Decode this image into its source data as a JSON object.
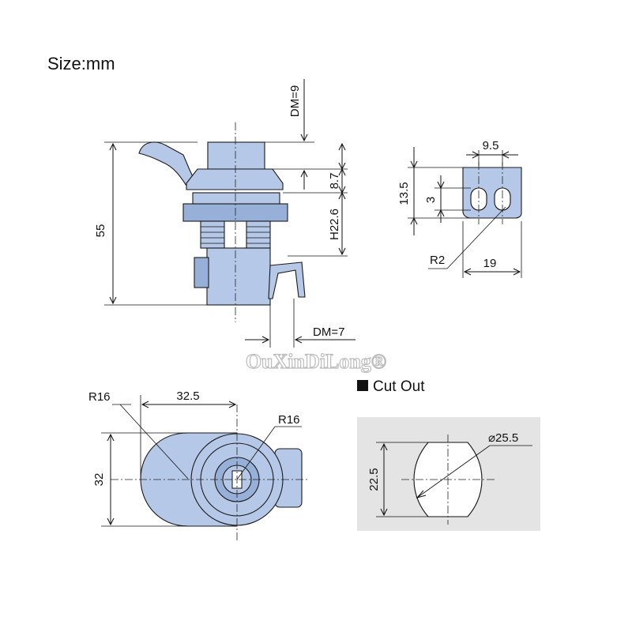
{
  "title": "Size:mm",
  "watermark": "OuXinDiLong®",
  "cutout": {
    "legend_label": "Cut Out",
    "legend_color": "#111111",
    "panel_color": "#e4e4e4",
    "diameter": "⌀25.5",
    "flat_height": "22.5"
  },
  "side_view": {
    "dm_top": "DM=9",
    "dim_head": "8.7",
    "dim_body": "H22.6",
    "dim_total": "55",
    "dm_bottom": "DM=7"
  },
  "strike_plate": {
    "width_top": "9.5",
    "height": "13.5",
    "slot_height": "3",
    "radius": "R2",
    "width_total": "19"
  },
  "bottom_view": {
    "radius_left": "R16",
    "width": "32.5",
    "radius_right": "R16",
    "height": "32"
  },
  "colors": {
    "part": "#b6c8e8",
    "part_dark": "#97b0d8",
    "line": "#111111"
  }
}
